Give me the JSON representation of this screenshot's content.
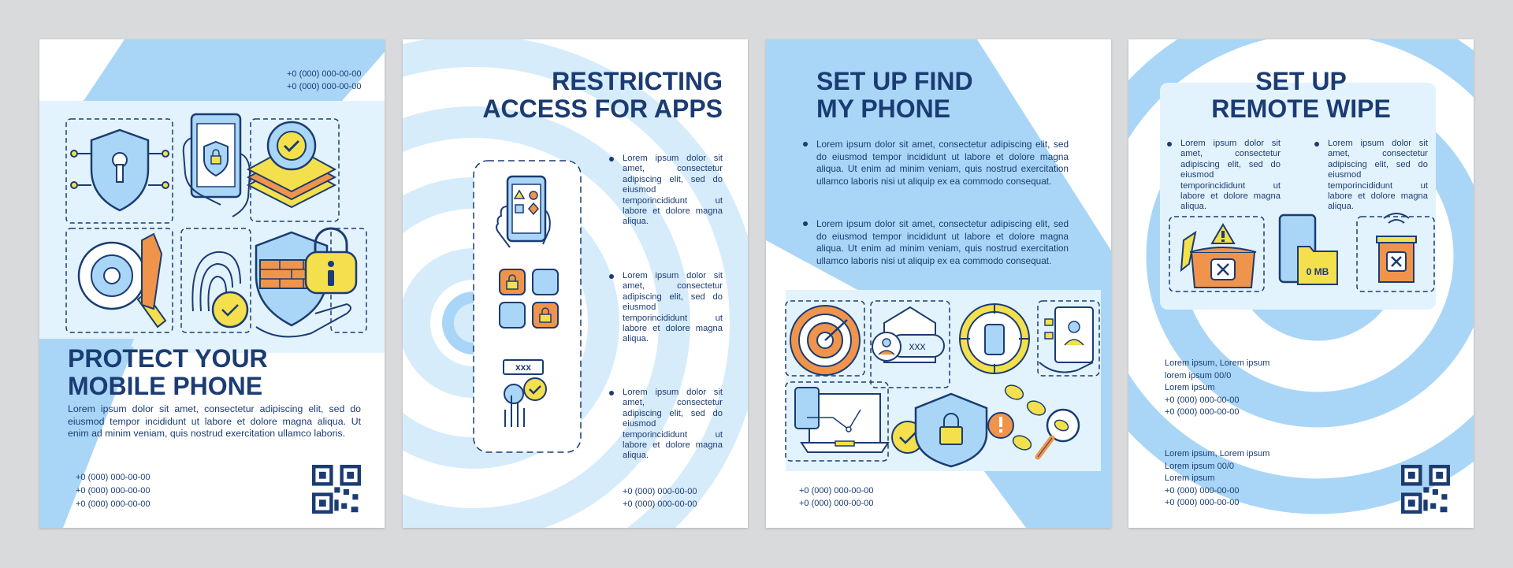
{
  "colors": {
    "navy": "#1b3c73",
    "light_blue": "#a9d6f7",
    "pale_blue": "#e3f3fd",
    "orange": "#f0944c",
    "yellow": "#f4e04d"
  },
  "panel1": {
    "phones": [
      "+0 (000) 000-00-00",
      "+0 (000) 000-00-00"
    ],
    "title": [
      "PROTECT YOUR",
      "MOBILE PHONE"
    ],
    "body": "Lorem ipsum dolor sit amet, consectetur adipiscing elit, sed do eiusmod tempor incididunt ut labore et dolore magna aliqua. Ut enim ad minim veniam, quis nostrud exercitation ullamco laboris.",
    "footer_phones": [
      "+0 (000) 000-00-00",
      "+0 (000) 000-00-00",
      "+0 (000) 000-00-00"
    ],
    "icons": [
      "shield-keyhole-icon",
      "phone-in-hand-lock-icon",
      "gear-layers-check-icon",
      "gear-wrench-icon",
      "fingerprint-check-icon",
      "shield-firewall-hand-icon",
      "info-padlock-icon",
      "qr-code-icon"
    ]
  },
  "panel2": {
    "title": [
      "RESTRICTING",
      "ACCESS FOR APPS"
    ],
    "bullets": [
      "Lorem ipsum dolor sit amet, consectetur adipiscing elit, sed do eiusmod temporincididunt ut labore et dolore magna aliqua.",
      "Lorem ipsum dolor sit amet, consectetur adipiscing elit, sed do eiusmod temporincididunt ut labore et dolore magna aliqua.",
      "Lorem ipsum dolor sit amet, consectetur adipiscing elit, sed do eiusmod temporincididunt ut labore et dolore magna aliqua."
    ],
    "password_mask": "xxx",
    "footer_phones": [
      "+0 (000) 000-00-00",
      "+0 (000) 000-00-00"
    ],
    "icons": [
      "phone-apps-hand-icon",
      "locked-apps-grid-icon",
      "password-touch-check-icon"
    ]
  },
  "panel3": {
    "title": [
      "SET UP FIND",
      "MY PHONE"
    ],
    "bullets": [
      "Lorem ipsum dolor sit amet, consectetur adipiscing elit, sed do eiusmod tempor incididunt ut labore et dolore magna aliqua. Ut enim ad minim veniam, quis nostrud exercitation ullamco laboris nisi ut aliquip ex ea commodo consequat.",
      "Lorem ipsum dolor sit amet, consectetur adipiscing elit, sed do eiusmod tempor incididunt ut labore et dolore magna aliqua. Ut enim ad minim veniam, quis nostrud exercitation ullamco laboris nisi ut aliquip ex ea commodo consequat."
    ],
    "password_mask": "xxx",
    "footer_phones": [
      "+0 (000) 000-00-00",
      "+0 (000) 000-00-00"
    ],
    "icons": [
      "target-icon",
      "message-avatar-icon",
      "phone-crosshair-icon",
      "contact-phone-hand-icon",
      "laptop-phone-route-icon",
      "shield-lock-icon",
      "footprints-magnifier-icon"
    ]
  },
  "panel4": {
    "title": [
      "SET UP",
      "REMOTE WIPE"
    ],
    "bullets": [
      "Lorem ipsum dolor sit amet, consectetur adipiscing elit, sed do eiusmod temporincididunt ut labore et dolore magna aliqua.",
      "Lorem ipsum dolor sit amet, consectetur adipiscing elit, sed do eiusmod temporincididunt ut labore et dolore magna aliqua."
    ],
    "storage_label": "0 MB",
    "contact1": [
      "Lorem ipsum, Lorem ipsum",
      "lorem ipsum 00/0",
      "Lorem ipsum",
      "+0 (000) 000-00-00",
      "+0 (000) 000-00-00"
    ],
    "contact2": [
      "Lorem ipsum, Lorem ipsum",
      "Lorem ipsum 00/0",
      "Lorem ipsum",
      "+0 (000) 000-00-00",
      "+0 (000) 000-00-00"
    ],
    "icons": [
      "trash-warning-icon",
      "phone-folder-icon",
      "remote-delete-icon",
      "qr-code-icon"
    ]
  }
}
